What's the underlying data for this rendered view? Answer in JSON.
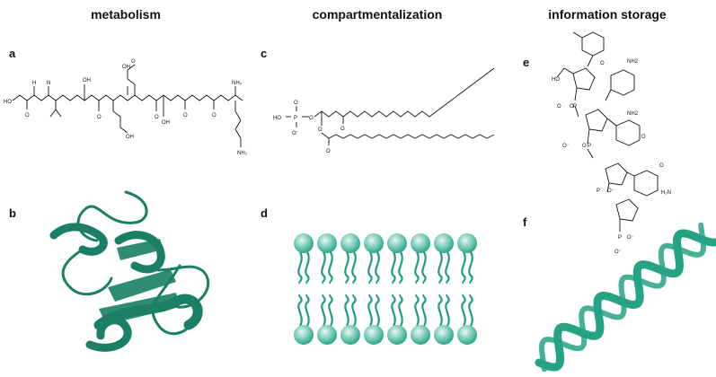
{
  "columns": [
    {
      "title": "metabolism"
    },
    {
      "title": "compartmentalization"
    },
    {
      "title": "information storage"
    }
  ],
  "panels": {
    "a": "a",
    "b": "b",
    "c": "c",
    "d": "d",
    "e": "e",
    "f": "f"
  },
  "chem": {
    "ho": "HO",
    "o": "O",
    "oh": "OH",
    "h": "H",
    "n": "N",
    "nh2": "NH2",
    "nh2_plain": "NH₂",
    "o_minus": "O⁻",
    "p": "P",
    "h2n": "H₂N"
  },
  "colors": {
    "protein_green": "#1a7f64",
    "membrane_head": "#2aa58c",
    "membrane_tail": "#1f9c84",
    "helix_green": "#26a385"
  }
}
